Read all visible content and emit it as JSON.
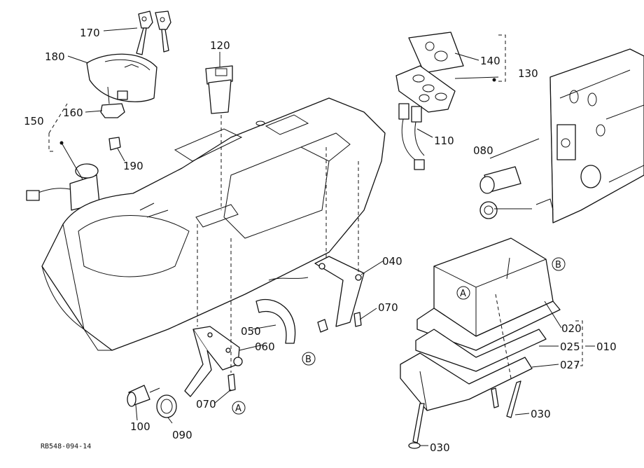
{
  "callouts": {
    "p170": "170",
    "p180": "180",
    "p120": "120",
    "p140": "140",
    "p130": "130",
    "p150": "150",
    "p160": "160",
    "p110": "110",
    "p190": "190",
    "p080": "080",
    "p040": "040",
    "p070a": "070",
    "p050": "050",
    "p060": "060",
    "p070b": "070",
    "p100": "100",
    "p090": "090",
    "p020": "020",
    "p025": "025",
    "p010": "010",
    "p027": "027",
    "p030a": "030",
    "p030b": "030"
  },
  "markers": {
    "a1": "A",
    "a2": "A",
    "b1": "B",
    "b2": "B"
  },
  "reference_code": "RB548-094-14"
}
